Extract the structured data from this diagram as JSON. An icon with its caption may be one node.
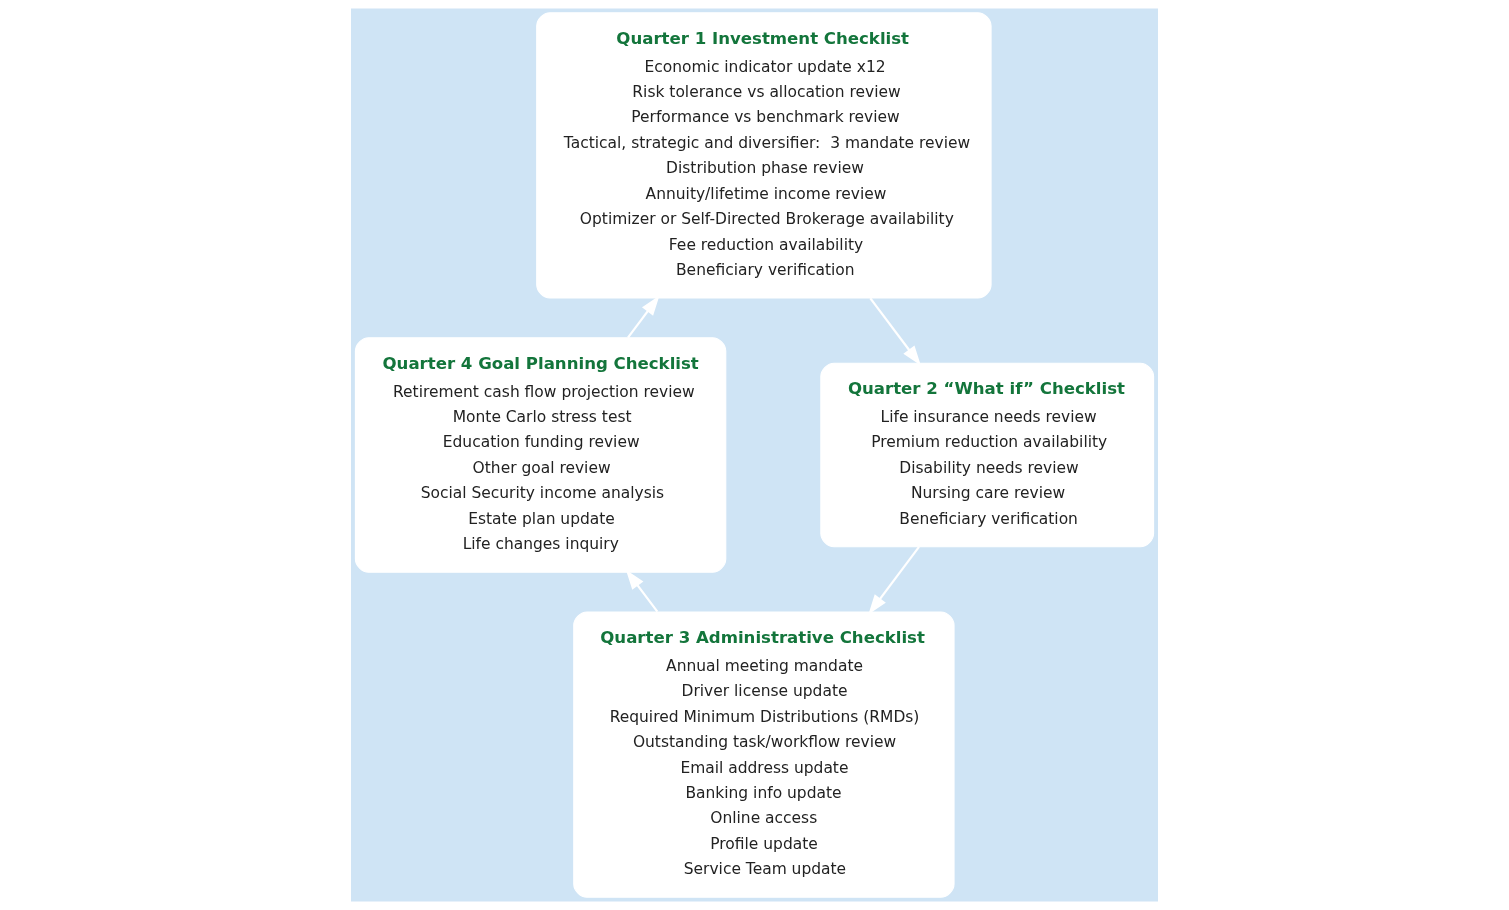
{
  "diagram": {
    "nodes": [
      {
        "text": [
          "Quarter 1 Investment Checklist",
          "Economic indicator update x12",
          "Risk tolerance vs allocation review",
          "Performance vs benchmark review",
          "Tactical, strategic and diversifier:  3 mandate review",
          "Distribution phase review",
          "Annuity/lifetime income review",
          "Optimizer or Self-Directed Brokerage availability",
          "Fee reduction availability",
          "Beneficiary verification"
        ]
      },
      {
        "text": [
          "Quarter 4 Goal Planning Checklist",
          "Retirement cash flow projection review",
          "Monte Carlo stress test",
          "Education funding review",
          "Other goal review",
          "Social Security income analysis",
          "Estate plan update",
          "Life changes inquiry"
        ]
      },
      {
        "text": [
          "Quarter 2 “What if” Checklist",
          "Life insurance needs review",
          "Premium reduction availability",
          "Disability needs review",
          "Nursing care review",
          "Beneficiary verification"
        ]
      },
      {
        "text": [
          "Quarter 3 Administrative Checklist",
          "Annual meeting mandate",
          "Driver license update",
          "Required Minimum Distributions (RMDs)",
          "Outstanding task/workflow review",
          "Email address update",
          "Banking info update",
          "Online access",
          "Profile update",
          "Service Team update"
        ]
      }
    ],
    "edges": [
      {
        "from": 1,
        "to": 0,
        "arrow": "to"
      },
      {
        "from": 0,
        "to": 2,
        "arrow": "to"
      },
      {
        "from": 2,
        "to": 3,
        "arrow": "to"
      },
      {
        "from": 3,
        "to": 1,
        "arrow": "to"
      }
    ]
  }
}
